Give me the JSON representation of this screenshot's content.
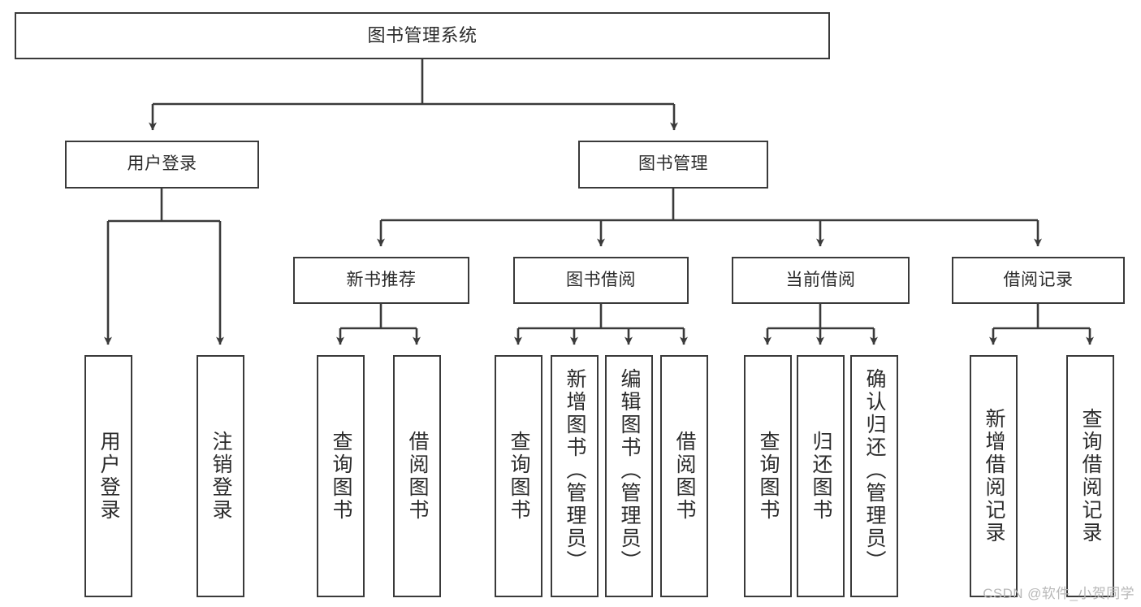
{
  "diagram": {
    "title": "图书管理系统",
    "type": "tree",
    "orientation": "top-down",
    "line_color": "#3a3a3a",
    "box_fill": "#ffffff",
    "text_color": "#2b2b2b",
    "root": {
      "id": "root",
      "label": "图书管理系统"
    },
    "level2": [
      {
        "id": "user-login",
        "label": "用户登录"
      },
      {
        "id": "book-manage",
        "label": "图书管理"
      }
    ],
    "level3": [
      {
        "id": "new-book-rec",
        "label": "新书推荐",
        "parent": "book-manage"
      },
      {
        "id": "book-borrow",
        "label": "图书借阅",
        "parent": "book-manage"
      },
      {
        "id": "current-borrow",
        "label": "当前借阅",
        "parent": "book-manage"
      },
      {
        "id": "borrow-record",
        "label": "借阅记录",
        "parent": "book-manage"
      }
    ],
    "leaves": [
      {
        "id": "leaf-user-login",
        "label": "用户登录",
        "parent": "user-login"
      },
      {
        "id": "leaf-user-logout",
        "label": "注销登录",
        "parent": "user-login"
      },
      {
        "id": "leaf-query-book-1",
        "label": "查询图书",
        "parent": "new-book-rec"
      },
      {
        "id": "leaf-borrow-book-1",
        "label": "借阅图书",
        "parent": "new-book-rec"
      },
      {
        "id": "leaf-query-book-2",
        "label": "查询图书",
        "parent": "book-borrow"
      },
      {
        "id": "leaf-add-book",
        "label": "新增图书（管理员）",
        "parent": "book-borrow"
      },
      {
        "id": "leaf-edit-book",
        "label": "编辑图书（管理员）",
        "parent": "book-borrow"
      },
      {
        "id": "leaf-borrow-book-2",
        "label": "借阅图书",
        "parent": "book-borrow"
      },
      {
        "id": "leaf-query-book-3",
        "label": "查询图书",
        "parent": "current-borrow"
      },
      {
        "id": "leaf-return-book",
        "label": "归还图书",
        "parent": "current-borrow"
      },
      {
        "id": "leaf-confirm-return",
        "label": "确认归还（管理员）",
        "parent": "current-borrow"
      },
      {
        "id": "leaf-add-record",
        "label": "新增借阅记录",
        "parent": "borrow-record"
      },
      {
        "id": "leaf-query-record",
        "label": "查询借阅记录",
        "parent": "borrow-record"
      }
    ]
  },
  "watermark": {
    "text": "CSDN @软件_小贺同学"
  }
}
